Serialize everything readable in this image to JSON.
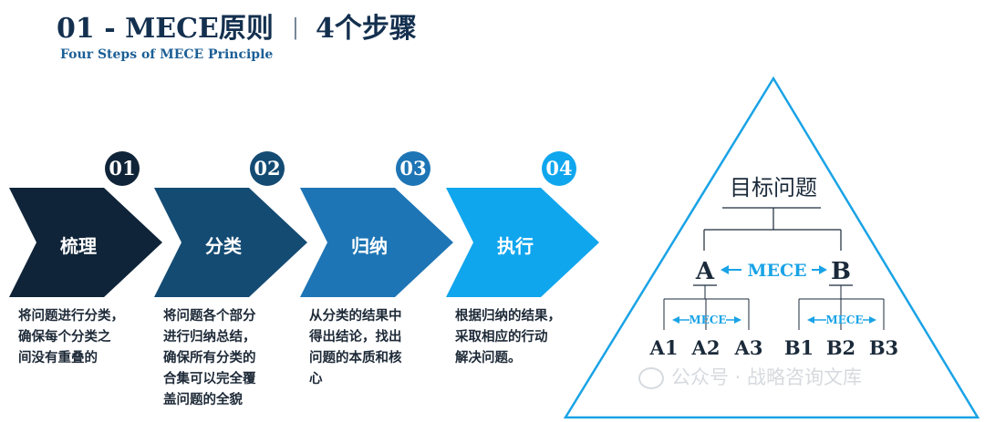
{
  "header": {
    "title": "01 - MECE原则",
    "separator": "|",
    "title_steps": "4个步骤",
    "subtitle": "Four Steps of MECE Principle"
  },
  "steps": [
    {
      "num": "01",
      "label": "梳理",
      "color": "#0f2438",
      "desc": [
        "将问题进行分类，",
        "确保每个分类之",
        "间没有重叠的"
      ]
    },
    {
      "num": "02",
      "label": "分类",
      "color": "#144b73",
      "desc": [
        "将问题各个部分",
        "进行归纳总结，",
        "确保所有分类的",
        "合集可以完全覆",
        "盖问题的全貌"
      ]
    },
    {
      "num": "03",
      "label": "归纳",
      "color": "#1e75b5",
      "desc": [
        "从分类的结果中",
        "得出结论，找出",
        "问题的本质和核",
        "心"
      ]
    },
    {
      "num": "04",
      "label": "执行",
      "color": "#10a6ee",
      "desc": [
        "根据归纳的结果，",
        "采取相应的行动",
        "解决问题。"
      ]
    }
  ],
  "pyramid": {
    "goal": "目标问题",
    "left": "A",
    "right": "B",
    "mece": "MECE",
    "mece_small_left": "MECE",
    "mece_small_right": "MECE",
    "left_children": [
      "A1",
      "A2",
      "A3"
    ],
    "right_children": [
      "B1",
      "B2",
      "B3"
    ],
    "outline_color": "#1aa3e6",
    "accent_color": "#1aa3e6"
  },
  "watermark": "公众号 · 战略咨询文库"
}
